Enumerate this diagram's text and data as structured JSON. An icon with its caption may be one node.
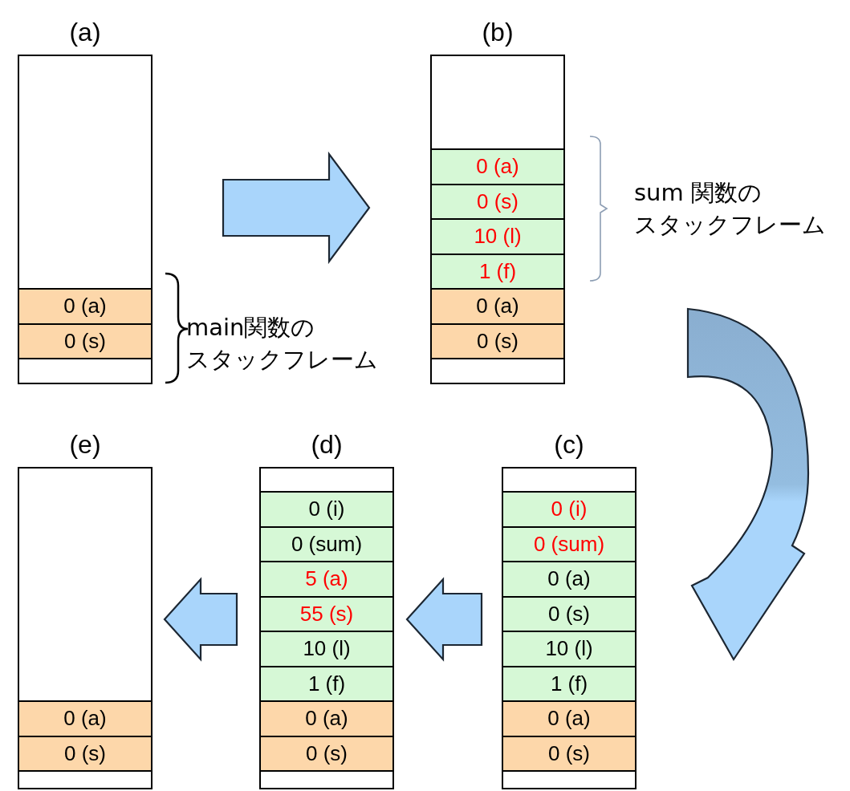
{
  "diagram": {
    "nodes": [
      {
        "text": [
          "(a)"
        ]
      },
      {
        "text": [
          "0 (a)"
        ],
        "in": 0
      },
      {
        "text": [
          "0 (s)"
        ],
        "in": 0
      },
      {
        "text": [
          "(b)"
        ]
      },
      {
        "text": [
          "0 (a)"
        ],
        "in": 3
      },
      {
        "text": [
          "0 (s)"
        ],
        "in": 3
      },
      {
        "text": [
          "10 (l)"
        ],
        "in": 3
      },
      {
        "text": [
          "1 (f)"
        ],
        "in": 3
      },
      {
        "text": [
          "0 (a)"
        ],
        "in": 3
      },
      {
        "text": [
          "0 (s)"
        ],
        "in": 3
      },
      {
        "text": [
          "(e)"
        ]
      },
      {
        "text": [
          "0 (a)"
        ],
        "in": 10
      },
      {
        "text": [
          "0 (s)"
        ],
        "in": 10
      },
      {
        "text": [
          "(d)"
        ]
      },
      {
        "text": [
          "0 (i)"
        ],
        "in": 13
      },
      {
        "text": [
          "0 (sum)"
        ],
        "in": 13
      },
      {
        "text": [
          "5 (a)"
        ],
        "in": 13
      },
      {
        "text": [
          "55 (s)"
        ],
        "in": 13
      },
      {
        "text": [
          "10 (l)"
        ],
        "in": 13
      },
      {
        "text": [
          "1 (f)"
        ],
        "in": 13
      },
      {
        "text": [
          "0 (a)"
        ],
        "in": 13
      },
      {
        "text": [
          "0 (s)"
        ],
        "in": 13
      },
      {
        "text": [
          "(c)"
        ]
      },
      {
        "text": [
          "0 (i)"
        ],
        "in": 22
      },
      {
        "text": [
          "0 (sum)"
        ],
        "in": 22
      },
      {
        "text": [
          "0 (a)"
        ],
        "in": 22
      },
      {
        "text": [
          "0 (s)"
        ],
        "in": 22
      },
      {
        "text": [
          "10 (l)"
        ],
        "in": 22
      },
      {
        "text": [
          "1 (f)"
        ],
        "in": 22
      },
      {
        "text": [
          "0 (a)"
        ],
        "in": 22
      },
      {
        "text": [
          "0 (s)"
        ],
        "in": 22
      }
    ],
    "edges": [
      {
        "from": 0,
        "to": 3,
        "arrow": "to"
      },
      {
        "from": 3,
        "to": 22,
        "arrow": "to"
      },
      {
        "from": 22,
        "to": 13,
        "arrow": "to"
      },
      {
        "from": 13,
        "to": 10,
        "arrow": "to"
      }
    ],
    "labels": [
      "main関数のスタックフレーム",
      "sum 関数のスタックフレーム"
    ]
  }
}
